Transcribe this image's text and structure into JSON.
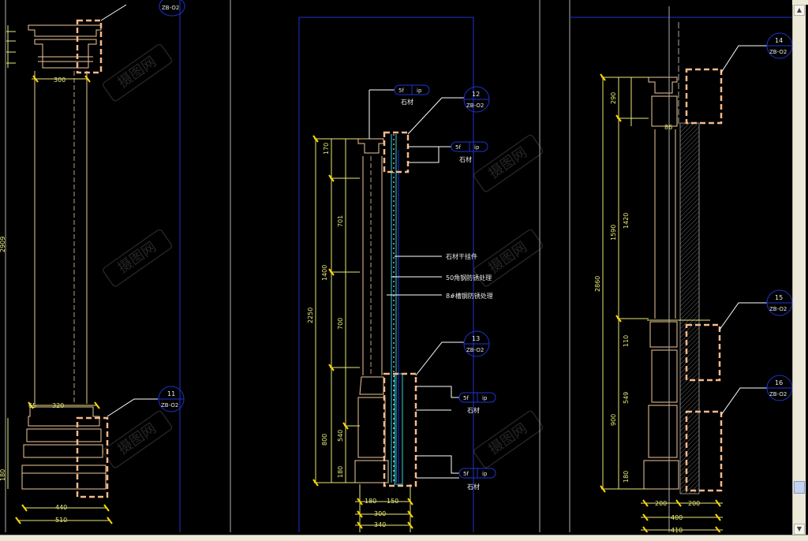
{
  "window": {
    "close_symbol": "✕",
    "scroll_up_symbol": "▲",
    "scroll_down_symbol": "▼"
  },
  "watermark": {
    "text": "摄图网"
  },
  "drawing": {
    "left": {
      "callout_top": "ZB-O2",
      "callout_11_num": "11",
      "callout_11_ref": "ZB-O2",
      "dim_300": "300",
      "dim_320": "320",
      "dim_65": "65",
      "dim_440": "440",
      "dim_510": "510",
      "dim_2909": "2909",
      "dim_180": "180"
    },
    "middle": {
      "callout_12_num": "12",
      "callout_12_ref": "ZB-O2",
      "callout_13_num": "13",
      "callout_13_ref": "ZB-O2",
      "tag_a": "5f",
      "tag_b": "ip",
      "label_stone": "石材",
      "label_stone_hanger": "石材干挂件",
      "label_angle_steel": "50角钢防锈处理",
      "label_channel_steel": "8#槽钢防锈处理",
      "dim_170": "170",
      "dim_701": "701",
      "dim_1400": "1400",
      "dim_2250": "2250",
      "dim_700": "700",
      "dim_800": "800",
      "dim_540": "540",
      "dim_180": "180",
      "dim_180b": "180",
      "dim_150": "150",
      "dim_300": "300",
      "dim_340": "340"
    },
    "right": {
      "callout_14_num": "14",
      "callout_14_ref": "ZB-O2",
      "callout_15_num": "15",
      "callout_15_ref": "ZB-O2",
      "callout_16_num": "16",
      "callout_16_ref": "ZB-O2",
      "dim_290": "290",
      "dim_1420": "1420",
      "dim_1590": "1590",
      "dim_2860": "2860",
      "dim_549": "549",
      "dim_900": "900",
      "dim_180": "180",
      "dim_200": "200",
      "dim_200b": "200",
      "dim_400": "400",
      "dim_410": "410",
      "dim_110": "110",
      "dim_86": "86"
    }
  }
}
